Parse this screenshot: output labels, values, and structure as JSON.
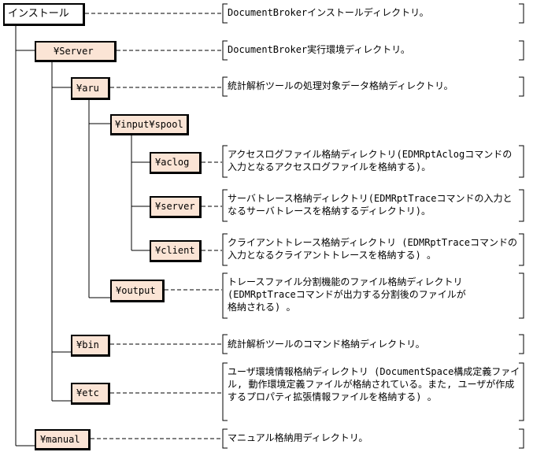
{
  "nodes": {
    "root": "インストール",
    "server": "¥Server",
    "aru": "¥aru",
    "input_spool": "¥input¥spool",
    "aclog": "¥aclog",
    "server_dir": "¥server",
    "client": "¥client",
    "output": "¥output",
    "bin": "¥bin",
    "etc": "¥etc",
    "manual": "¥manual"
  },
  "descriptions": {
    "root": "DocumentBrokerインストールディレクトリ。",
    "server": "DocumentBroker実行環境ディレクトリ。",
    "aru": "統計解析ツールの処理対象データ格納ディレクトリ。",
    "aclog": "アクセスログファイル格納ディレクトリ(EDMRptAclogコマンドの入力となるアクセスログファイルを格納する)。",
    "server_dir": "サーバトレース格納ディレクトリ(EDMRptTraceコマンドの入力となるサーバトレースを格納するディレクトリ)。",
    "client": "クライアントトレース格納ディレクトリ (EDMRptTraceコマンドの入力となるクライアントトレースを格納する) 。",
    "output": "トレースファイル分割機能のファイル格納ディレクトリ\n(EDMRptTraceコマンドが出力する分割後のファイルが\n格納される) 。",
    "bin": "統計解析ツールのコマンド格納ディレクトリ。",
    "etc": "ユーザ環境情報格納ディレクトリ (DocumentSpace構成定義ファイル, 動作環境定義ファイルが格納されている。また, ユーザが作成するプロパティ拡張情報ファイルを格納する) 。",
    "manual": "マニュアル格納用ディレクトリ。"
  }
}
